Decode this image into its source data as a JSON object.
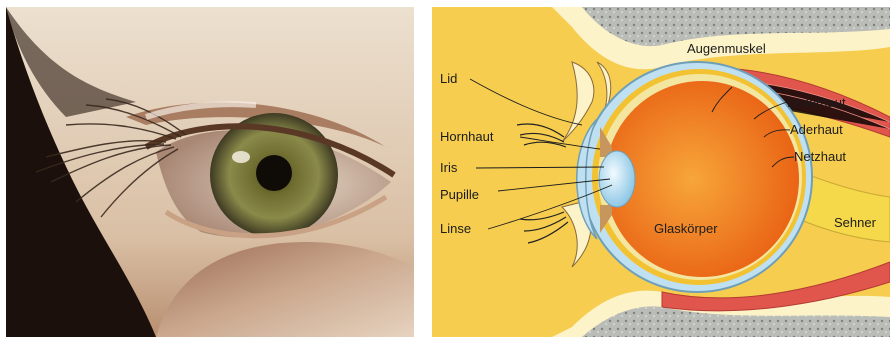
{
  "diagram": {
    "labels": {
      "augenmuskel": "Augenmuskel",
      "lid": "Lid",
      "lederhaut": "Lederhaut",
      "hornhaut": "Hornhaut",
      "aderhaut": "Aderhaut",
      "iris": "Iris",
      "netzhaut": "Netzhaut",
      "pupille": "Pupille",
      "linse": "Linse",
      "glaskoerper": "Glaskörper",
      "sehnerv": "Sehner"
    }
  },
  "colors": {
    "bone_yellow": "#f6cd4f",
    "orbit_cream": "#fdf3c8",
    "vitreous_orange": "#f07a1e",
    "sclera_blue": "#bfe0f0",
    "muscle_red": "#e0564c",
    "nerve_yellow": "#f5d94a",
    "iris_skin": "#c7965c"
  }
}
